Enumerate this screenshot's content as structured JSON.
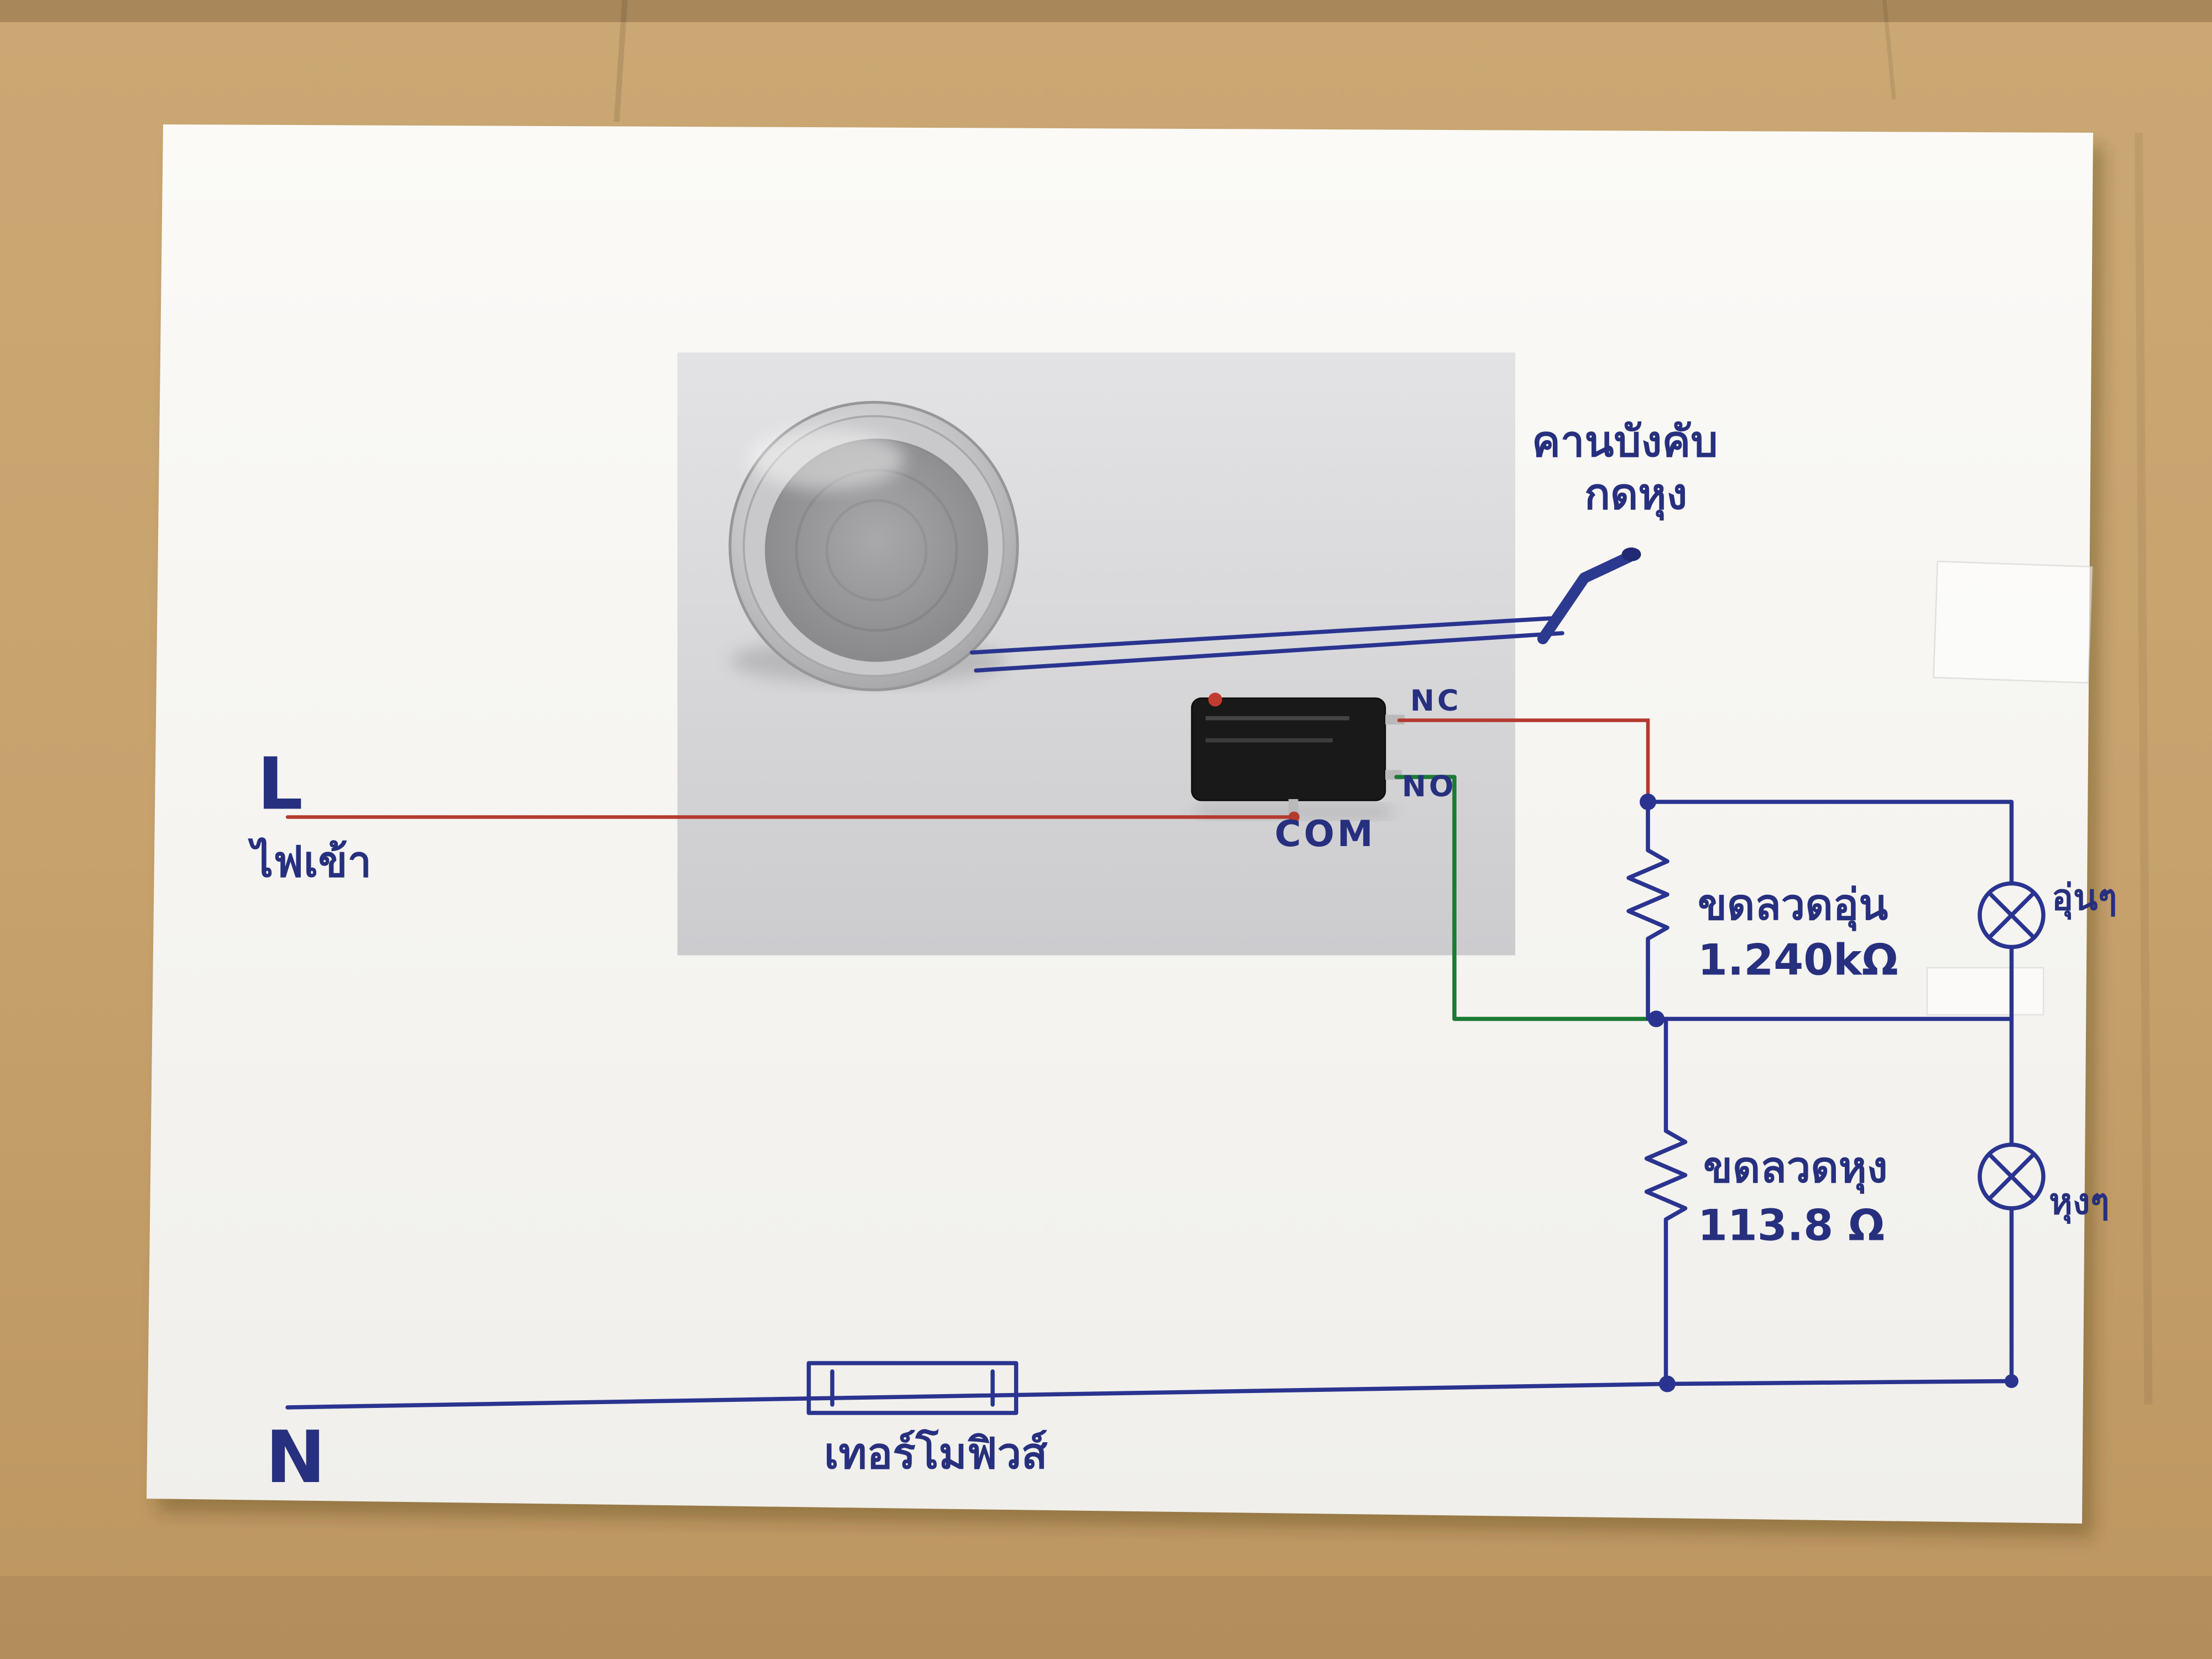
{
  "labels": {
    "line_l": "L",
    "power_in": "ไฟเข้า",
    "line_n": "N",
    "lever_line1": "คานบังคับ",
    "lever_line2": "กดหุง",
    "switch_nc": "NC",
    "switch_no": "NO",
    "switch_com": "COM",
    "warm_coil_name": "ขดลวดอุ่น",
    "warm_coil_value": "1.240kΩ",
    "warm_lamp": "อุ่นๆ",
    "cook_coil_name": "ขดลวดหุง",
    "cook_coil_value": "113.8 Ω",
    "cook_lamp": "หุงๆ",
    "thermal_fuse": "เทอร์โมฟิวส์"
  },
  "colors": {
    "ink_blue": "#2a3490",
    "live_wire_red": "#b43a2e",
    "no_wire_green": "#1d7a33",
    "paper": "#f7f6f3",
    "cardboard": "#c9a471",
    "photo_background": "#d9d9db"
  }
}
